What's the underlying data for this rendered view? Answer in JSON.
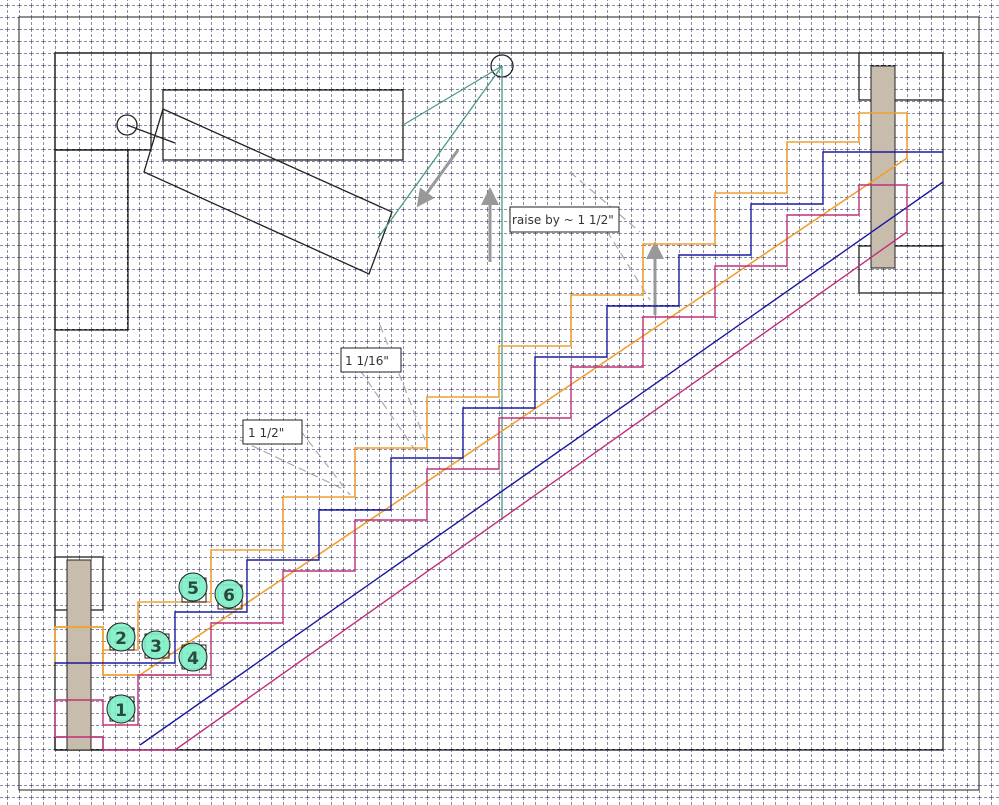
{
  "colors": {
    "grid": "#1a1a4a",
    "frame": "#222222",
    "orange": "#f0a030",
    "blue": "#1a1aa0",
    "pink": "#c0307a",
    "teal": "#4a9a88",
    "post": "#c8bcac",
    "marker": "#7ef0c8",
    "arrow": "#999999"
  },
  "annotations": {
    "raise": "raise by ~ 1 1/2\"",
    "gap_a": "1 1/16\"",
    "gap_b": "1 1/2\""
  },
  "markers": [
    "1",
    "2",
    "3",
    "4",
    "5",
    "6"
  ]
}
